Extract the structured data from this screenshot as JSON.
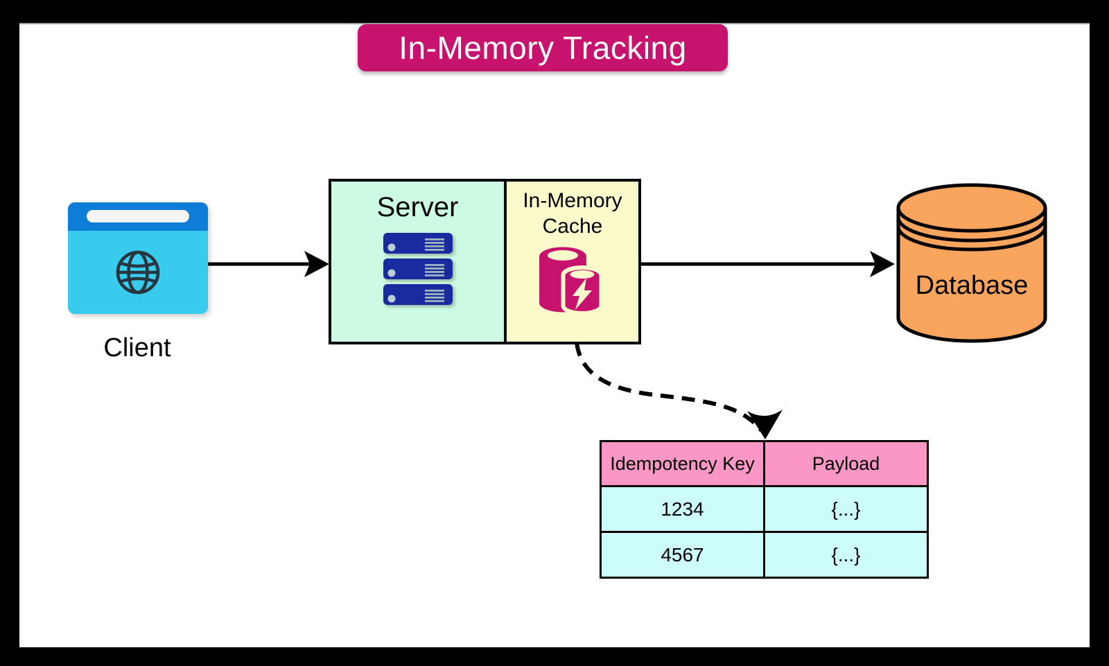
{
  "title": "In-Memory Tracking",
  "nodes": {
    "client": {
      "label": "Client"
    },
    "server": {
      "label": "Server"
    },
    "cache": {
      "label": "In-Memory Cache"
    },
    "database": {
      "label": "Database"
    }
  },
  "table": {
    "headers": [
      "Idempotency Key",
      "Payload"
    ],
    "rows": [
      {
        "key": "1234",
        "payload": "{...}"
      },
      {
        "key": "4567",
        "payload": "{...}"
      }
    ]
  },
  "icons": {
    "client": "browser-globe-icon",
    "server": "server-rack-icon",
    "cache": "cache-cylinder-lightning-icon",
    "database": "database-cylinder-icon"
  },
  "colors": {
    "accent_magenta": "#C8136E",
    "client_top_bar": "#0E7DD8",
    "client_body": "#38CBEE",
    "server_box_fill": "#CDFAE2",
    "cache_box_fill": "#FBFACB",
    "server_icon_navy": "#1A2BA0",
    "database_fill": "#F9A55E",
    "table_header_fill": "#FB97C7",
    "table_row_fill": "#CCFDFB",
    "line_color": "#000000"
  }
}
